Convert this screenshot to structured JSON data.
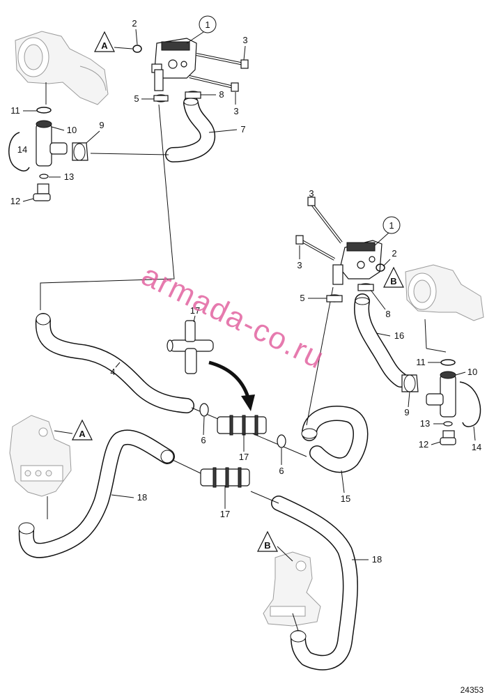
{
  "labels": {
    "l1": "1",
    "l2": "2",
    "l3": "3",
    "l4": "4",
    "l5": "5",
    "l6": "6",
    "l7": "7",
    "l8": "8",
    "l9": "9",
    "l10": "10",
    "l11": "11",
    "l12": "12",
    "l13": "13",
    "l14": "14",
    "l15": "15",
    "l16": "16",
    "l17": "17",
    "l18": "18"
  },
  "reference_markers": {
    "a": "A",
    "b": "B"
  },
  "watermark": "armada-co.ru",
  "document_number": "24353",
  "colors": {
    "line": "#111111",
    "hose_fill": "#ffffff",
    "ghost": "#f4f4f4",
    "watermark": "#e05a9a"
  }
}
